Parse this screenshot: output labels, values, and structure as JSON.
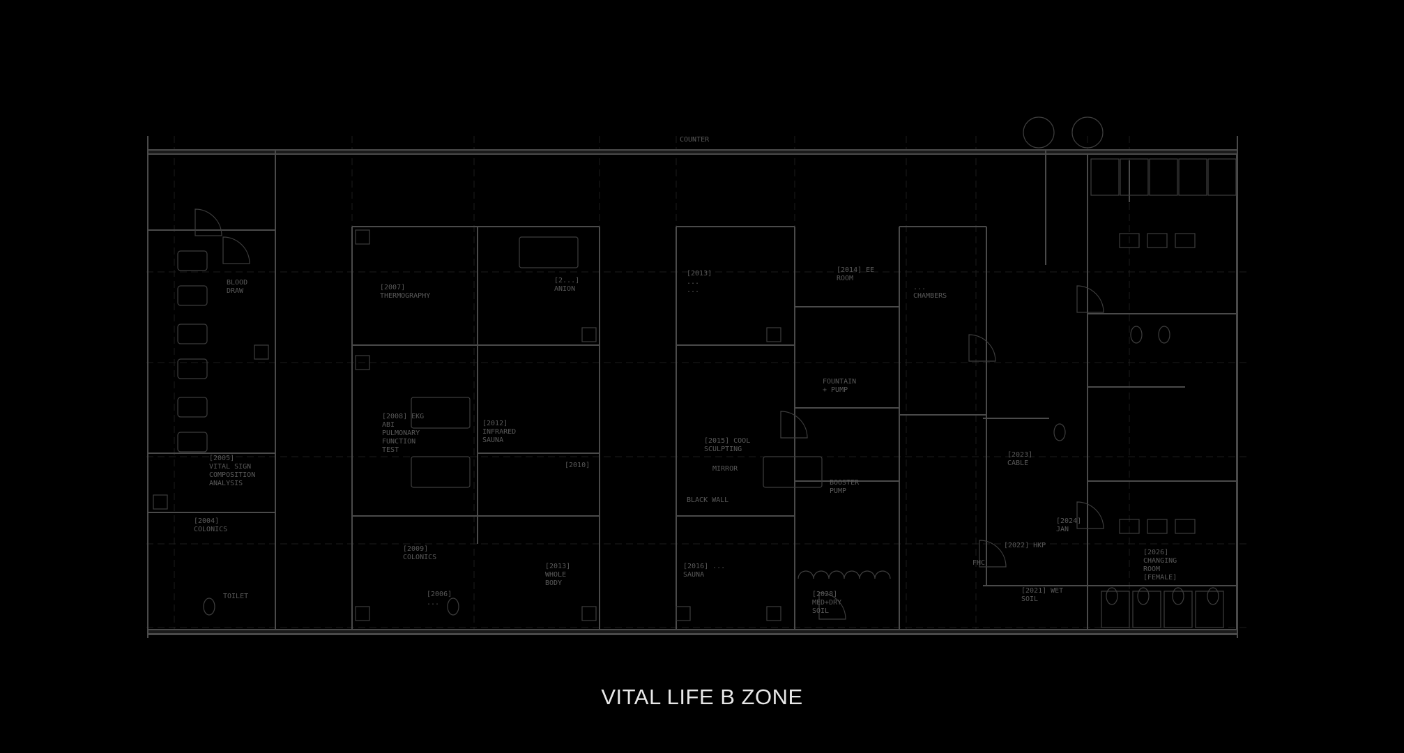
{
  "caption": "VITAL LIFE B ZONE",
  "colors": {
    "background": "#000000",
    "linework": "#4a4a4a",
    "faint": "#2a2a2a",
    "label": "#5a5a5a",
    "caption": "#e8e8e8"
  },
  "rooms": [
    {
      "id": "blood-draw",
      "lines": [
        "BLOOD",
        "DRAW"
      ]
    },
    {
      "id": "thermography",
      "lines": [
        "[2007]",
        "THERMOGRAPHY"
      ]
    },
    {
      "id": "anion",
      "lines": [
        "[2...]",
        "ANION"
      ]
    },
    {
      "id": "room-2013",
      "lines": [
        "[2013]",
        "...",
        "..."
      ]
    },
    {
      "id": "room-2014",
      "lines": [
        "[2014] EE",
        "ROOM"
      ]
    },
    {
      "id": "chambers",
      "lines": [
        "...",
        "CHAMBERS"
      ]
    },
    {
      "id": "pulmonary",
      "lines": [
        "[2008] EKG",
        "ABI",
        "PULMONARY",
        "FUNCTION",
        "TEST"
      ]
    },
    {
      "id": "infrared-sauna",
      "lines": [
        "[2012]",
        "INFRARED",
        "SAUNA"
      ]
    },
    {
      "id": "room-2010",
      "lines": [
        "[2010]"
      ]
    },
    {
      "id": "cool-sculpting",
      "lines": [
        "[2015] COOL",
        "SCULPTING"
      ]
    },
    {
      "id": "mirror",
      "lines": [
        "MIRROR"
      ]
    },
    {
      "id": "black-wall",
      "lines": [
        "BLACK WALL"
      ]
    },
    {
      "id": "fountain-pump",
      "lines": [
        "FOUNTAIN",
        "+ PUMP"
      ]
    },
    {
      "id": "booster-pump",
      "lines": [
        "BOOSTER",
        "PUMP"
      ]
    },
    {
      "id": "cable",
      "lines": [
        "[2023]",
        "CABLE"
      ]
    },
    {
      "id": "vital-sign",
      "lines": [
        "[2005]",
        "VITAL SIGN",
        "COMPOSITION",
        "ANALYSIS"
      ]
    },
    {
      "id": "colonics-1",
      "lines": [
        "[2004]",
        "COLONICS"
      ]
    },
    {
      "id": "colonics-2",
      "lines": [
        "[2009]",
        "COLONICS"
      ]
    },
    {
      "id": "whole-body",
      "lines": [
        "[2013]",
        "WHOLE",
        "BODY"
      ]
    },
    {
      "id": "sauna",
      "lines": [
        "[2016] ...",
        "SAUNA"
      ]
    },
    {
      "id": "jan",
      "lines": [
        "[2024]",
        "JAN"
      ]
    },
    {
      "id": "room-2022",
      "lines": [
        "[2022] HKP"
      ]
    },
    {
      "id": "fhc",
      "lines": [
        "FHC"
      ]
    },
    {
      "id": "changing-room",
      "lines": [
        "[2026]",
        "CHANGING",
        "ROOM",
        "[FEMALE]"
      ]
    },
    {
      "id": "toilet",
      "lines": [
        "TOILET"
      ]
    },
    {
      "id": "room-2006",
      "lines": [
        "[2006]",
        "..."
      ]
    },
    {
      "id": "med-dry-soil",
      "lines": [
        "[2028]",
        "MED+DRY",
        "SOIL"
      ]
    },
    {
      "id": "wet-soil",
      "lines": [
        "[2021] WET",
        "SOIL"
      ]
    },
    {
      "id": "counter",
      "lines": [
        "COUNTER"
      ]
    }
  ]
}
